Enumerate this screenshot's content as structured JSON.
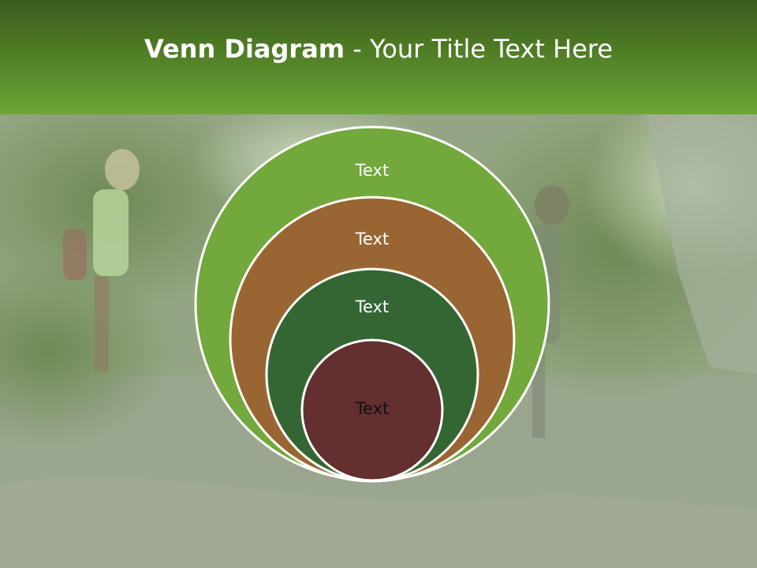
{
  "slide": {
    "title_bold": "Venn Diagram",
    "title_rest": " - Your Title Text Here"
  },
  "diagram": {
    "type": "stacked-venn",
    "circles": [
      {
        "label": "Text",
        "fill": "#72a83c",
        "label_color": "#ffffff"
      },
      {
        "label": "Text",
        "fill": "#996633",
        "label_color": "#ffffff"
      },
      {
        "label": "Text",
        "fill": "#336633",
        "label_color": "#ffffff"
      },
      {
        "label": "Text",
        "fill": "#632f2f",
        "label_color": "#111111"
      }
    ]
  },
  "colors": {
    "header_dark": "#3b5a1e",
    "header_light": "#6ea53a",
    "background_photo_tone": "#8fa37e"
  }
}
